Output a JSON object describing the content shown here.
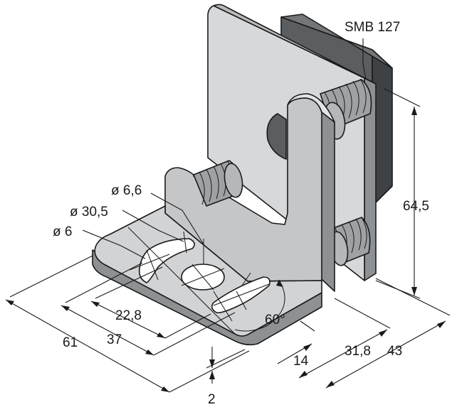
{
  "part_label": "SMB 127",
  "dimensions": {
    "height": "64,5",
    "depth_total": "43",
    "depth_slot": "31,8",
    "edge": "14",
    "thickness": "2",
    "width_total": "61",
    "width_holes": "37",
    "width_slot": "22,8",
    "angle": "60°",
    "hole_small": "ø 6",
    "hole_bolt_circle": "ø 30,5",
    "hole_center": "ø 6,6"
  },
  "colors": {
    "sheet_metal": "#c4c6c8",
    "sheet_metal_light": "#d7d8da",
    "sheet_metal_dark": "#8e9194",
    "sensor_block": "#5b5e61",
    "line": "#1a1a1a"
  }
}
